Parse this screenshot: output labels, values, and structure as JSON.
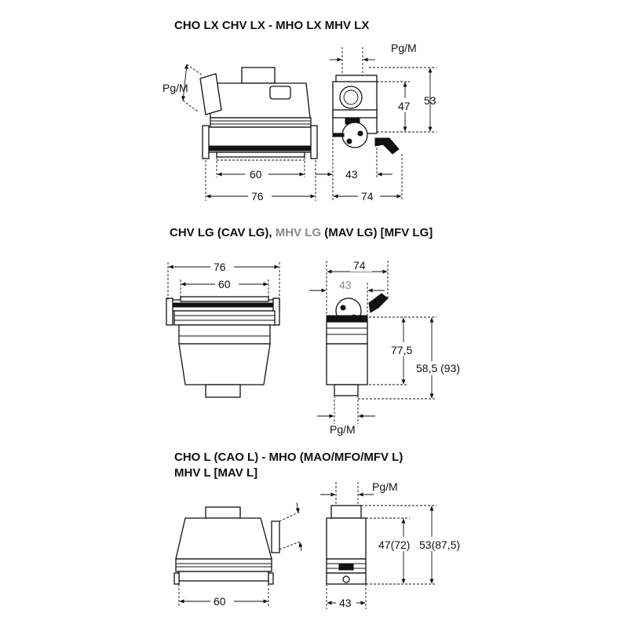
{
  "sections": [
    {
      "title": "CHO LX  CHV LX  -  MHO LX  MHV LX",
      "dims": {
        "pg_left": "Pg/M",
        "pg_right": "Pg/M",
        "inner_width": "60",
        "outer_width": "76",
        "depth_base": "43",
        "depth_total": "74",
        "height_inner": "47",
        "height_total": "53"
      }
    },
    {
      "title_parts": [
        "CHV LG (CAV LG), ",
        "MHV LG",
        " (MAV LG) [MFV LG]"
      ],
      "dims": {
        "outer_width": "76",
        "inner_width": "60",
        "depth_total": "74",
        "depth_base": "43",
        "height_inner": "77,5",
        "height_total": "58,5 (93)",
        "pg": "Pg/M"
      }
    },
    {
      "title_line1": "CHO L (CAO L) - MHO (MAO/MFO/MFV L)",
      "title_line2": "MHV L [MAV L]",
      "dims": {
        "pg": "Pg/M",
        "height_inner": "47(72)",
        "height_total": "53(87,5)",
        "width": "60",
        "depth": "43"
      }
    }
  ],
  "colors": {
    "line": "#111111",
    "muted_text": "#8a8a8a",
    "background": "#ffffff"
  }
}
